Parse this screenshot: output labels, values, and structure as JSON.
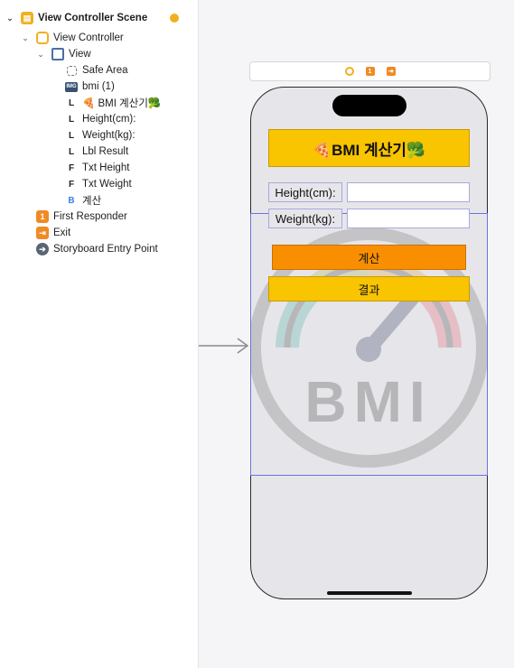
{
  "outline": {
    "scene_title": "View Controller Scene",
    "view_controller": "View Controller",
    "view": "View",
    "safe_area": "Safe Area",
    "image_view": "bmi (1)",
    "items": [
      {
        "kind": "L",
        "label": "🍕 BMI 계산기🥦"
      },
      {
        "kind": "L",
        "label": "Height(cm):"
      },
      {
        "kind": "L",
        "label": "Weight(kg):"
      },
      {
        "kind": "L",
        "label": "Lbl Result"
      },
      {
        "kind": "F",
        "label": "Txt Height"
      },
      {
        "kind": "F",
        "label": "Txt Weight"
      },
      {
        "kind": "B",
        "label": "계산"
      }
    ],
    "first_responder": "First Responder",
    "exit": "Exit",
    "entry_point": "Storyboard Entry Point"
  },
  "phone": {
    "title": "🍕BMI 계산기🥦",
    "height_label": "Height(cm):",
    "weight_label": "Weight(kg):",
    "height_value": "",
    "weight_value": "",
    "calc_button": "계산",
    "result_label": "결과",
    "bmi_art_text": "BMI"
  },
  "colors": {
    "title_bg": "#f9c400",
    "calc_bg": "#f98f00",
    "result_bg": "#f9c400",
    "selection": "#6b73d8"
  }
}
